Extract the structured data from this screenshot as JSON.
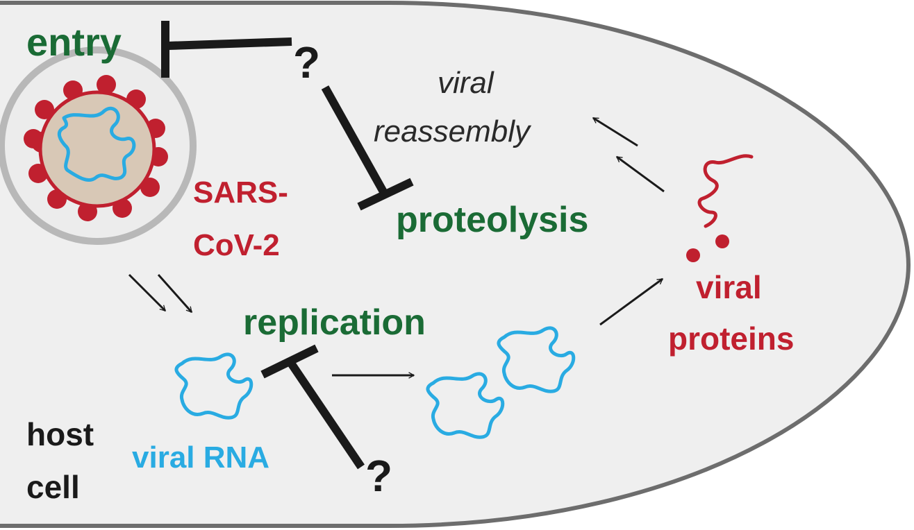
{
  "labels": {
    "entry": "entry",
    "question_top": "?",
    "viral_reassembly_1": "viral",
    "viral_reassembly_2": "reassembly",
    "sars_1": "SARS-",
    "sars_2": "CoV-2",
    "proteolysis": "proteolysis",
    "replication": "replication",
    "viral_proteins_1": "viral",
    "viral_proteins_2": "proteins",
    "viral_rna": "viral RNA",
    "question_bottom": "?",
    "host_1": "host",
    "host_2": "cell"
  },
  "colors": {
    "cell_fill": "#efefef",
    "cell_outline": "#6d6d6d",
    "virion_ring": "#b8b8b8",
    "virus_red": "#c0202f",
    "virus_core": "#d8c8b6",
    "rna_blue": "#29abe2",
    "label_green": "#1a6b35",
    "arrow_black": "#1a1a1a"
  }
}
